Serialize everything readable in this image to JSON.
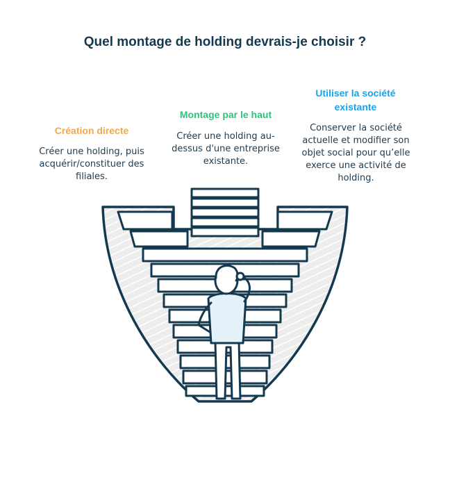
{
  "title": "Quel montage de holding devrais-je choisir ?",
  "colors": {
    "option1": "#f0a84e",
    "option2": "#2ec27e",
    "option3": "#1aa3e8",
    "ink": "#14394f"
  },
  "options": [
    {
      "title": "Création directe",
      "description": "Créer une holding, puis acquérir/constituer des filiales."
    },
    {
      "title": "Montage par le haut",
      "description": "Créer une holding au-dessus d'une entreprise existante."
    },
    {
      "title": "Utiliser la société existante",
      "description": "Conserver la société actuelle et modifier son objet social pour qu’elle exerce une activité de holding."
    }
  ],
  "illustration": {
    "icon": "person-facing-staircases-icon"
  }
}
